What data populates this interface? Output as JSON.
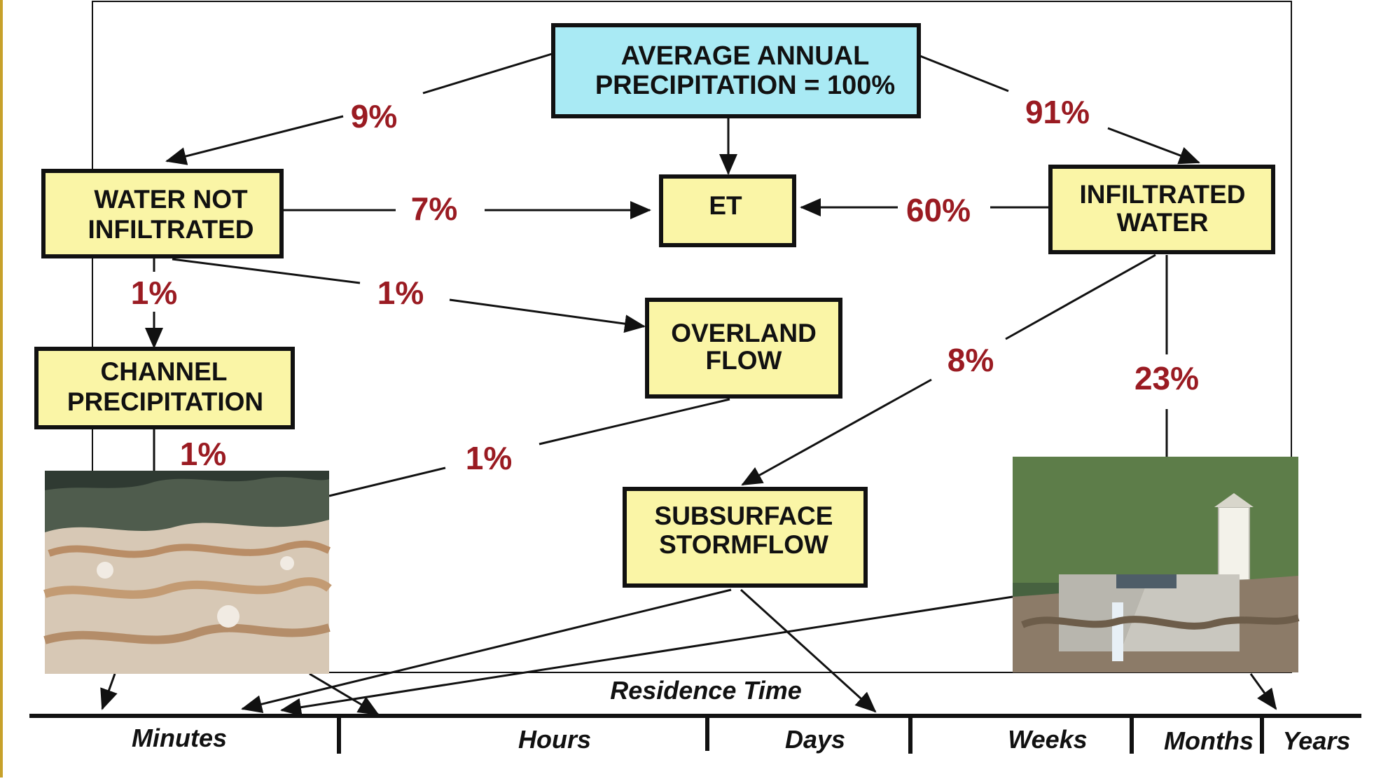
{
  "colors": {
    "title_box_fill": "#a9eaf4",
    "box_fill": "#faf5a6",
    "box_border": "#111111",
    "percent_text": "#9a1b22",
    "line": "#111111",
    "frame_strip": "#c7a12a"
  },
  "boxes": {
    "precip": {
      "line1": "AVERAGE ANNUAL",
      "line2": "PRECIPITATION = 100%"
    },
    "not_infiltrated": {
      "line1": "WATER NOT",
      "line2": "INFILTRATED"
    },
    "et": {
      "line1": "ET"
    },
    "infiltrated": {
      "line1": "INFILTRATED",
      "line2": "WATER"
    },
    "channel": {
      "line1": "CHANNEL",
      "line2": "PRECIPITATION"
    },
    "overland": {
      "line1": "OVERLAND",
      "line2": "FLOW"
    },
    "subsurface": {
      "line1": "SUBSURFACE",
      "line2": "STORMFLOW"
    }
  },
  "percents": {
    "to_not_infiltrated": "9%",
    "to_infiltrated": "91%",
    "not_infiltrated_to_et": "7%",
    "infiltrated_to_et": "60%",
    "to_channel": "1%",
    "to_overland": "1%",
    "channel_to_minutes": "1%",
    "overland_to_minutes": "1%",
    "to_subsurface": "8%",
    "to_baseflow": "23%"
  },
  "timeline": {
    "title": "Residence Time",
    "labels": [
      "Minutes",
      "Hours",
      "Days",
      "Weeks",
      "Months",
      "Years"
    ]
  },
  "photos": {
    "left": "flooding-stream-photo",
    "right": "weir-gauging-station-photo"
  }
}
